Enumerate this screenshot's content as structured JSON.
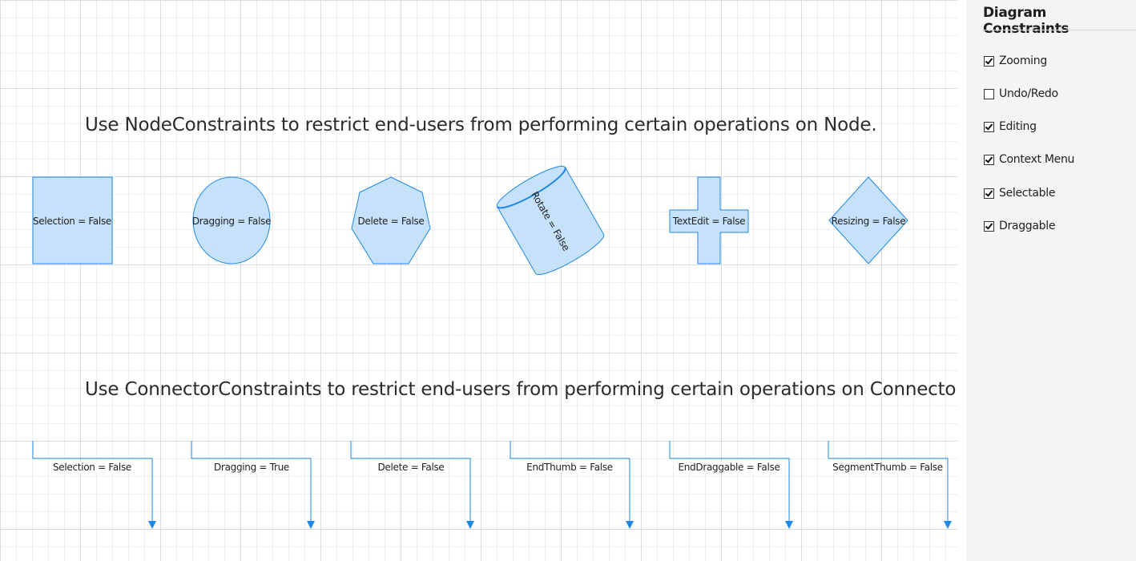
{
  "headings": {
    "node": "Use NodeConstraints to restrict end-users from performing certain operations on Node.",
    "connector": "Use ConnectorConstraints to restrict end-users from performing certain operations on Connector."
  },
  "nodes": [
    {
      "label": "Selection = False",
      "shape": "rectangle"
    },
    {
      "label": "Dragging = False",
      "shape": "ellipse"
    },
    {
      "label": "Delete = False",
      "shape": "heptagon"
    },
    {
      "label": "Rotate = False",
      "shape": "cylinder"
    },
    {
      "label": "TextEdit = False",
      "shape": "plus"
    },
    {
      "label": "Resizing = False",
      "shape": "diamond"
    }
  ],
  "connectors": [
    {
      "label": "Selection = False"
    },
    {
      "label": "Dragging = True"
    },
    {
      "label": "Delete = False"
    },
    {
      "label": "EndThumb = False"
    },
    {
      "label": "EndDraggable = False"
    },
    {
      "label": "SegmentThumb = False"
    }
  ],
  "panel": {
    "title": "Diagram Constraints",
    "options": [
      {
        "label": "Zooming",
        "checked": true
      },
      {
        "label": "Undo/Redo",
        "checked": false
      },
      {
        "label": "Editing",
        "checked": true
      },
      {
        "label": "Context Menu",
        "checked": true
      },
      {
        "label": "Selectable",
        "checked": true
      },
      {
        "label": "Draggable",
        "checked": true
      }
    ]
  },
  "colors": {
    "node_fill": "#c6e2fb",
    "node_stroke": "#1e88e5",
    "connector_stroke": "#1e88e5"
  }
}
